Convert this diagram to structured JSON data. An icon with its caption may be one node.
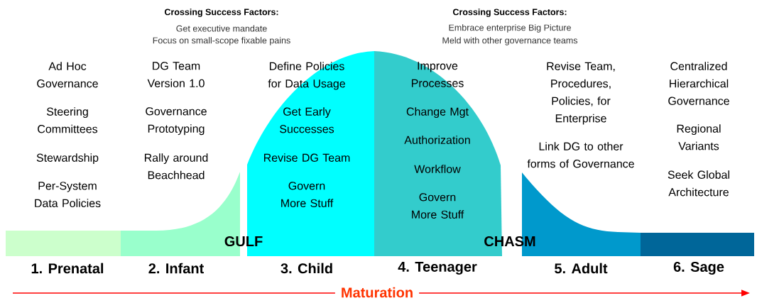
{
  "diagram": {
    "nodes": [
      {
        "text": [
          "1. Prenatal"
        ],
        "beside": [
          "Ad Hoc Governance",
          "Steering Committees",
          "Stewardship",
          "Per-System Data Policies"
        ]
      },
      {
        "text": [
          "2. Infant"
        ],
        "beside": [
          "DG Team Version 1.0",
          "Governance Prototyping",
          "Rally around Beachhead"
        ]
      },
      {
        "text": [
          "Define Policies for Data Usage",
          "Get Early Successes",
          "Revise DG Team",
          "Govern More Stuff",
          "3. Child"
        ]
      },
      {
        "text": [
          "Improve Processes",
          "Change Mgt",
          "Authorization",
          "Workflow",
          "Govern More Stuff",
          "4. Teenager"
        ]
      },
      {
        "text": [
          "Revise Team, Procedures, Policies, for Enterprise",
          "Link DG to other forms of Governance",
          "5. Adult"
        ]
      },
      {
        "text": [
          "6. Sage"
        ],
        "beside": [
          "Centralized Hierarchical Governance",
          "Regional Variants",
          "Seek Global Architecture"
        ]
      }
    ],
    "labels": [
      "Crossing Success Factors:",
      "Get executive mandate",
      "Focus on small-scope fixable pains",
      "Crossing Success Factors:",
      "Embrace enterprise Big Picture",
      "Meld with other governance teams",
      "GULF",
      "CHASM",
      "Maturation"
    ]
  }
}
